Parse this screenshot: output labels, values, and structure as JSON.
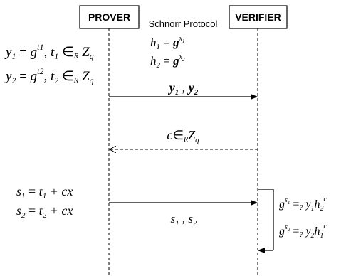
{
  "title": "Schnorr Protocol",
  "participants": {
    "prover": "PROVER",
    "verifier": "VERIFIER"
  },
  "public_keys": {
    "h1": {
      "lhs": "h",
      "sub": "1",
      "op": " = ",
      "base": "g",
      "exp": "x",
      "exp_sub": "1"
    },
    "h2": {
      "lhs": "h",
      "sub": "2",
      "op": " = ",
      "base": "g",
      "exp": "x",
      "exp_sub": "2"
    }
  },
  "commitments": {
    "y1": {
      "lhs": "y",
      "sub": "1",
      "op": " = ",
      "base": "g",
      "exp": "t1",
      "tail": ", t",
      "tail_sub": "1",
      "in": " ∈",
      "R": "R",
      "Z": " Z",
      "q": "q"
    },
    "y2": {
      "lhs": "y",
      "sub": "2",
      "op": " = ",
      "base": "g",
      "exp": "t2",
      "tail": ", t",
      "tail_sub": "2",
      "in": " ∈",
      "R": "R",
      "Z": " Z",
      "q": "q"
    }
  },
  "messages": {
    "m1": {
      "a": "y",
      "a_sub": "1",
      "sep": " , ",
      "b": "y",
      "b_sub": "2"
    },
    "m2": {
      "c": "c",
      "in": "∈",
      "R": "R",
      "Z": "Z",
      "q": "q"
    },
    "m3": {
      "a": "s",
      "a_sub": "1",
      "sep": " , ",
      "b": "s",
      "b_sub": "2"
    }
  },
  "responses": {
    "s1": {
      "lhs": "s",
      "sub": "1",
      "op": " = ",
      "t": "t",
      "t_sub": "1",
      "plus": " + cx"
    },
    "s2": {
      "lhs": "s",
      "sub": "2",
      "op": " = ",
      "t": "t",
      "t_sub": "2",
      "plus": " + cx"
    }
  },
  "checks": {
    "c1": {
      "base": "g",
      "exp": "s",
      "exp_sub": "1",
      "eq": " =",
      "q": "?",
      "y": " y",
      "y_sub": "1",
      "h": "h",
      "h_sub": "2",
      "h_exp": "c"
    },
    "c2": {
      "base": "g",
      "exp": "s",
      "exp_sub": "2",
      "eq": " =",
      "q": "?",
      "y": " y",
      "y_sub": "2",
      "h": "h",
      "h_sub": "1",
      "h_exp": "c"
    }
  }
}
